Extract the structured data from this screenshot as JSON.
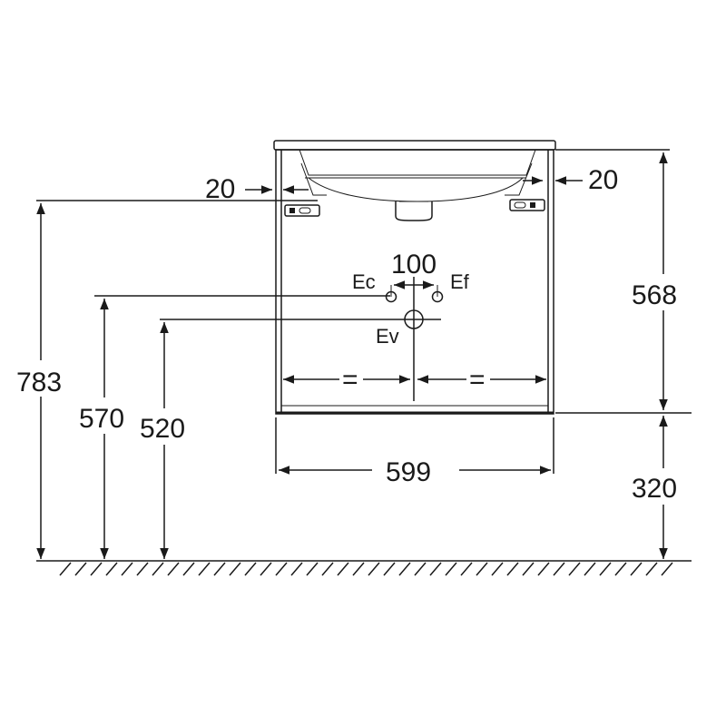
{
  "dimensions": {
    "overall_height": "783",
    "tap_height_hot": "570",
    "waste_height": "520",
    "cabinet_height": "568",
    "floor_clearance": "320",
    "width": "599",
    "tap_spacing": "100",
    "side_gap_left": "20",
    "side_gap_right": "20",
    "equal_mark_left": "=",
    "equal_mark_right": "="
  },
  "connections": {
    "cold": "Ec",
    "hot": "Ef",
    "waste": "Ev"
  }
}
